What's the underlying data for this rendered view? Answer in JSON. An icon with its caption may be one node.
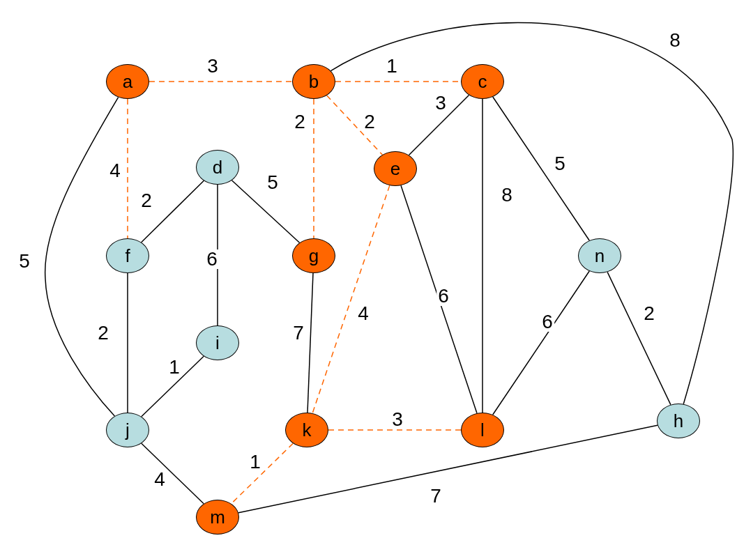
{
  "diagram": {
    "nodes": [
      {
        "text": [
          "a"
        ]
      },
      {
        "text": [
          "b"
        ]
      },
      {
        "text": [
          "c"
        ]
      },
      {
        "text": [
          "d"
        ]
      },
      {
        "text": [
          "e"
        ]
      },
      {
        "text": [
          "f"
        ]
      },
      {
        "text": [
          "g"
        ]
      },
      {
        "text": [
          "n"
        ]
      },
      {
        "text": [
          "i"
        ]
      },
      {
        "text": [
          "j"
        ]
      },
      {
        "text": [
          "k"
        ]
      },
      {
        "text": [
          "l"
        ]
      },
      {
        "text": [
          "h"
        ]
      },
      {
        "text": [
          "m"
        ]
      }
    ],
    "edges": [
      {
        "from": 0,
        "to": 1,
        "arrow": "none",
        "label": "3",
        "style": "dashed",
        "color": "#ff6600"
      },
      {
        "from": 1,
        "to": 2,
        "arrow": "none",
        "label": "1",
        "style": "dashed",
        "color": "#ff6600"
      },
      {
        "from": 1,
        "to": 12,
        "arrow": "none",
        "label": "8"
      },
      {
        "from": 0,
        "to": 5,
        "arrow": "none",
        "label": "4",
        "style": "dashed",
        "color": "#ff6600"
      },
      {
        "from": 0,
        "to": 9,
        "arrow": "none",
        "label": "5"
      },
      {
        "from": 1,
        "to": 6,
        "arrow": "none",
        "label": "2",
        "style": "dashed",
        "color": "#ff6600"
      },
      {
        "from": 1,
        "to": 4,
        "arrow": "none",
        "label": "2",
        "style": "dashed",
        "color": "#ff6600"
      },
      {
        "from": 2,
        "to": 4,
        "arrow": "none",
        "label": "3"
      },
      {
        "from": 2,
        "to": 11,
        "arrow": "none",
        "label": "8"
      },
      {
        "from": 2,
        "to": 7,
        "arrow": "none",
        "label": "5"
      },
      {
        "from": 3,
        "to": 5,
        "arrow": "none",
        "label": "2"
      },
      {
        "from": 3,
        "to": 6,
        "arrow": "none",
        "label": "5"
      },
      {
        "from": 3,
        "to": 8,
        "arrow": "none",
        "label": "6"
      },
      {
        "from": 5,
        "to": 9,
        "arrow": "none",
        "label": "2"
      },
      {
        "from": 8,
        "to": 9,
        "arrow": "none",
        "label": "1"
      },
      {
        "from": 4,
        "to": 11,
        "arrow": "none",
        "label": "6"
      },
      {
        "from": 4,
        "to": 10,
        "arrow": "none",
        "label": "4",
        "style": "dashed",
        "color": "#ff6600"
      },
      {
        "from": 6,
        "to": 10,
        "arrow": "none",
        "label": "7"
      },
      {
        "from": 10,
        "to": 11,
        "arrow": "none",
        "label": "3",
        "style": "dashed",
        "color": "#ff6600"
      },
      {
        "from": 7,
        "to": 11,
        "arrow": "none",
        "label": "6"
      },
      {
        "from": 7,
        "to": 12,
        "arrow": "none",
        "label": "2"
      },
      {
        "from": 9,
        "to": 13,
        "arrow": "none",
        "label": "4"
      },
      {
        "from": 10,
        "to": 13,
        "arrow": "none",
        "label": "1",
        "style": "dashed",
        "color": "#ff6600"
      },
      {
        "from": 13,
        "to": 12,
        "arrow": "none",
        "label": "7"
      }
    ]
  }
}
